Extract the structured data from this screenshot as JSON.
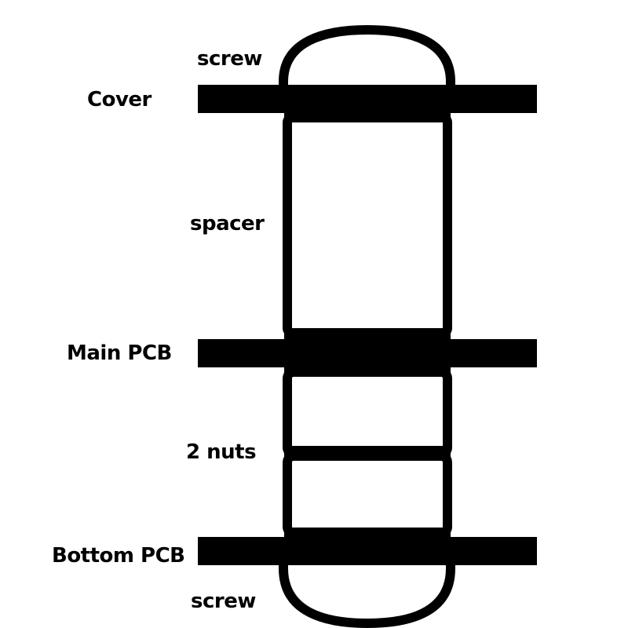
{
  "labels": {
    "screw_top": "screw",
    "cover": "Cover",
    "spacer": "spacer",
    "main_pcb": "Main PCB",
    "nuts": "2 nuts",
    "bottom_pcb": "Bottom PCB",
    "screw_bottom": "screw"
  },
  "colors": {
    "ink": "#000000",
    "background": "#ffffff"
  }
}
